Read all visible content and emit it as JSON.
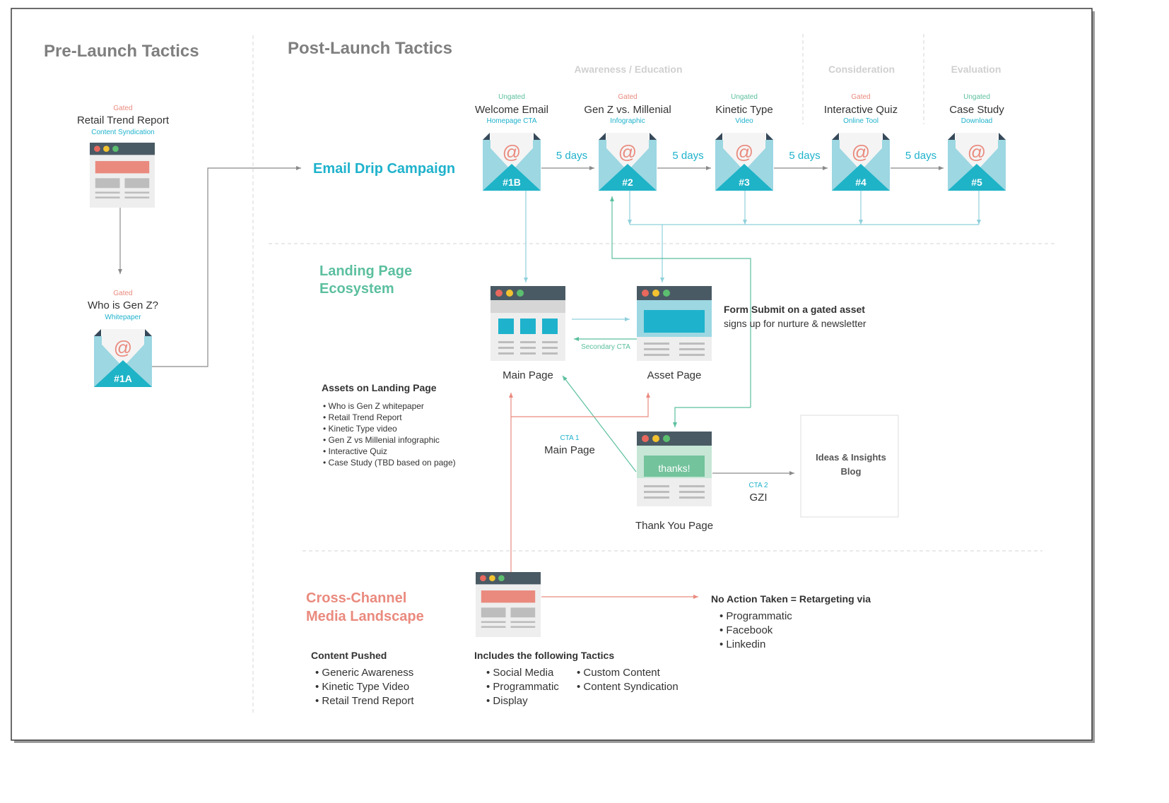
{
  "headers": {
    "pre_launch": "Pre-Launch Tactics",
    "post_launch": "Post-Launch Tactics"
  },
  "stages": {
    "awareness": "Awareness / Education",
    "consideration": "Consideration",
    "evaluation": "Evaluation"
  },
  "sections": {
    "email_drip": "Email Drip Campaign",
    "landing_1": "Landing Page",
    "landing_2": "Ecosystem",
    "cross_1": "Cross-Channel",
    "cross_2": "Media Landscape"
  },
  "pre": {
    "report": {
      "tag": "Gated",
      "title": "Retail Trend Report",
      "sub": "Content Syndication"
    },
    "whitepaper": {
      "tag": "Gated",
      "title": "Who is Gen Z?",
      "sub": "Whitepaper"
    },
    "email_label": "#1A"
  },
  "emails": [
    {
      "tag": "Ungated",
      "title": "Welcome Email",
      "sub": "Homepage CTA",
      "label": "#1B"
    },
    {
      "tag": "Gated",
      "title": "Gen Z vs. Millenial",
      "sub": "Infographic",
      "label": "#2"
    },
    {
      "tag": "Ungated",
      "title": "Kinetic Type",
      "sub": "Video",
      "label": "#3"
    },
    {
      "tag": "Gated",
      "title": "Interactive Quiz",
      "sub": "Online Tool",
      "label": "#4"
    },
    {
      "tag": "Ungated",
      "title": "Case Study",
      "sub": "Download",
      "label": "#5"
    }
  ],
  "days_label": "5 days",
  "at_symbol": "@",
  "landing": {
    "main_page": "Main Page",
    "asset_page": "Asset Page",
    "thank_you_page": "Thank You Page",
    "thanks": "thanks!",
    "secondary_cta": "Secondary CTA",
    "cta1_tag": "CTA 1",
    "cta1_label": "Main Page",
    "cta2_tag": "CTA 2",
    "cta2_label": "GZI",
    "form_submit_bold": "Form Submit on a gated asset",
    "form_submit_text": "signs up for nurture & newsletter",
    "blog_line1": "Ideas & Insights",
    "blog_line2": "Blog"
  },
  "assets": {
    "heading": "Assets on Landing Page",
    "items": [
      "Who is Gen Z whitepaper",
      "Retail Trend Report",
      "Kinetic Type video",
      "Gen Z vs Millenial infographic",
      "Interactive Quiz",
      "Case Study (TBD based on page)"
    ]
  },
  "cross": {
    "content_heading": "Content Pushed",
    "content_items": [
      "Generic Awareness",
      "Kinetic Type Video",
      "Retail Trend Report"
    ],
    "tactics_heading": "Includes the following Tactics",
    "tactics_col1": [
      "Social Media",
      "Programmatic",
      "Display"
    ],
    "tactics_col2": [
      "Custom Content",
      "Content Syndication"
    ],
    "retarget_heading": "No Action Taken = Retargeting via",
    "retarget_items": [
      "Programmatic",
      "Facebook",
      "Linkedin"
    ]
  },
  "colors": {
    "teal": "#1fb2cc",
    "green": "#5bbf9f",
    "coral": "#ea8a7e",
    "grey_text": "#7f7f7f",
    "light_grey": "#c4c4c4",
    "dark_text": "#333333",
    "browser_bar": "#4a5a64",
    "envelope_light": "#9cd7e2",
    "envelope_dark": "#1eb3c7",
    "envelope_flap": "#36495a"
  }
}
